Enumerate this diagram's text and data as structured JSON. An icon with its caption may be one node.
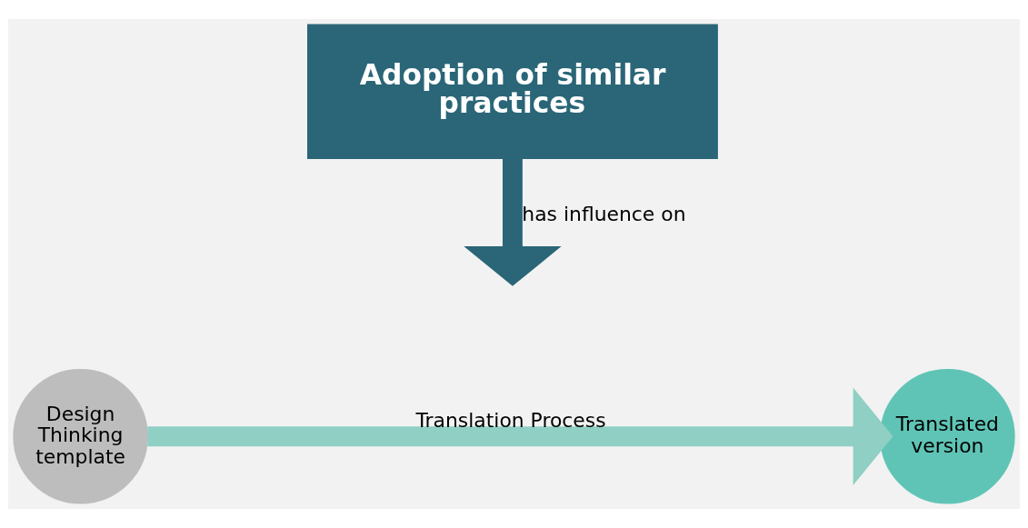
{
  "diagram": {
    "nodes": [
      {
        "text": [
          "Adoption of similar practices"
        ]
      },
      {
        "text": [
          "Design Thinking template"
        ]
      },
      {
        "text": [
          "Translated version"
        ]
      }
    ],
    "edges": [
      {
        "from": 0,
        "to": null,
        "arrow": "to",
        "label": "has influence on",
        "color": "#2a6677"
      },
      {
        "from": 1,
        "to": 2,
        "arrow": "to",
        "label": "Translation Process",
        "color": "#8fcfc4"
      }
    ]
  }
}
